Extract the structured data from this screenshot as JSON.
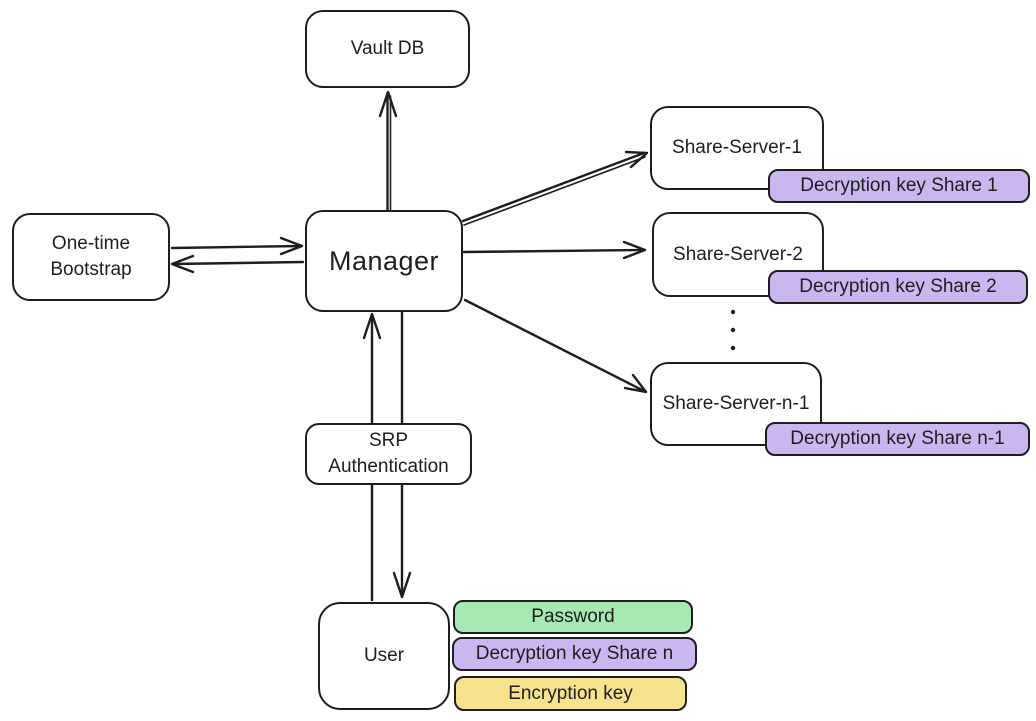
{
  "diagram": {
    "nodes": {
      "vault_db": "Vault DB",
      "bootstrap": "One-time\nBootstrap",
      "manager": "Manager",
      "share_server_1": "Share-Server-1",
      "share_server_2": "Share-Server-2",
      "share_server_n_minus_1": "Share-Server-n-1",
      "srp": "SRP\nAuthentication",
      "user": "User"
    },
    "tags": {
      "decryption_share_1": "Decryption key Share 1",
      "decryption_share_2": "Decryption key Share 2",
      "decryption_share_n_minus_1": "Decryption key Share n-1",
      "password": "Password",
      "decryption_share_n": "Decryption key Share n",
      "encryption_key": "Encryption key"
    },
    "colors": {
      "stroke": "#1e1e1e",
      "node_fill": "#ffffff",
      "purple": "#cbb7f0",
      "green": "#a7e8b3",
      "yellow": "#f7e38d"
    }
  }
}
